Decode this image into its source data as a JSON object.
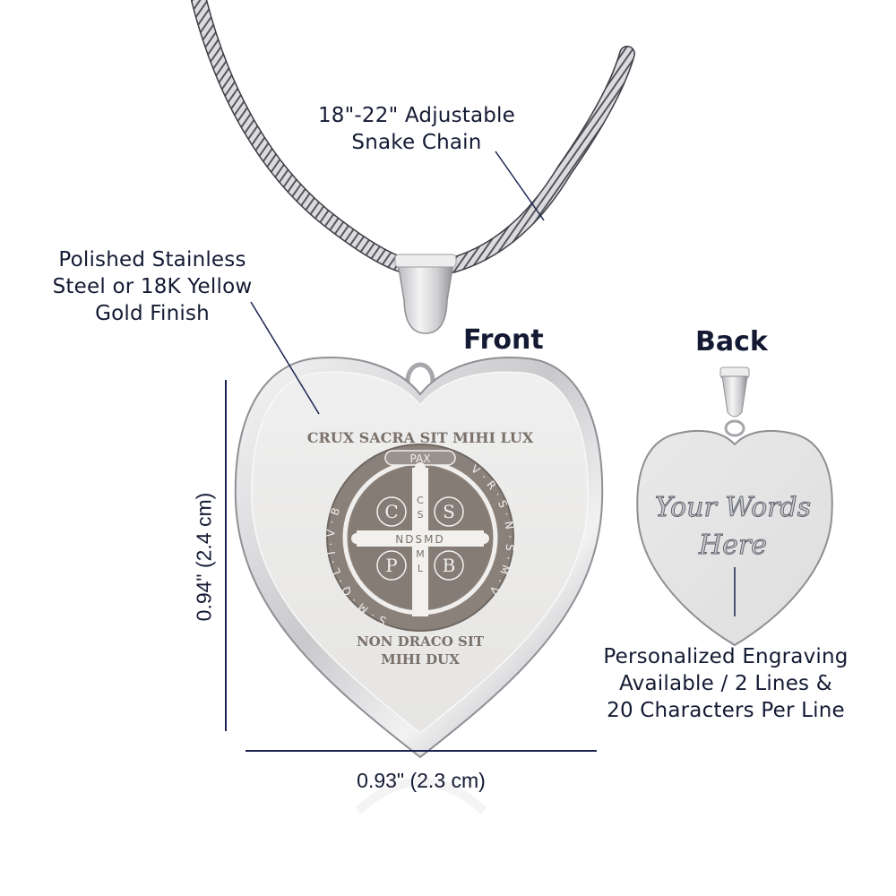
{
  "product": {
    "chain_label": {
      "line1": "18\"-22\" Adjustable",
      "line2": "Snake Chain"
    },
    "finish_label": {
      "line1": "Polished Stainless",
      "line2": "Steel or 18K Yellow",
      "line3": "Gold Finish"
    },
    "front_heading": "Front",
    "back_heading": "Back",
    "height_dimension": "0.94\" (2.4 cm)",
    "width_dimension": "0.93\" (2.3 cm)",
    "engraving_label": {
      "line1": "Personalized Engraving",
      "line2": "Available / 2 Lines &",
      "line3": "20 Characters Per Line"
    }
  },
  "front_pendant": {
    "top_inscription": "CRUX SACRA SIT MIHI LUX",
    "bottom_inscription": {
      "line1": "NON DRACO SIT",
      "line2": "MIHI DUX"
    },
    "medal": {
      "top_banner": "PAX",
      "ring_left": "V · R · S · N · S · M · V",
      "ring_right": "S · M · Q · L · I · V · B",
      "quadrants": [
        "C",
        "S",
        "P",
        "B"
      ],
      "vertical_bar": [
        "C",
        "S",
        "S",
        "M",
        "L"
      ],
      "horizontal_bar": "NDSMD"
    }
  },
  "back_pendant": {
    "engraving": {
      "line1": "Your Words",
      "line2": "Here"
    }
  },
  "colors": {
    "text": "#141a33",
    "leader_line": "#1b2350",
    "steel": "#d9d9db",
    "medal": "#8a817b"
  }
}
